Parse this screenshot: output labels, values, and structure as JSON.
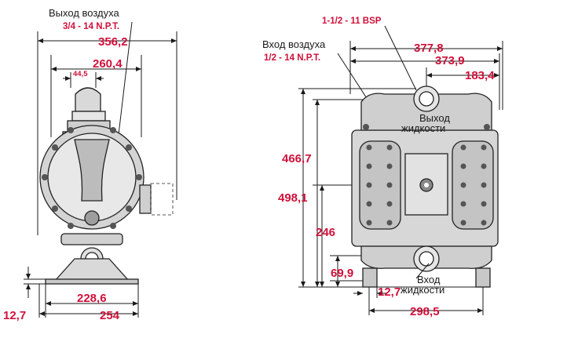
{
  "left_view": {
    "air_outlet_label": "Выход воздуха",
    "air_outlet_size": "3/4 - 14 N.P.T.",
    "dim_width_top": "356,2",
    "dim_width_mid": "260,4",
    "dim_small": "44,5",
    "dim_base_inner": "228,6",
    "dim_base_outer": "254",
    "dim_base_height": "12,7"
  },
  "right_view": {
    "fluid_outlet_size": "1-1/2 - 11 BSP",
    "air_inlet_label": "Вход воздуха",
    "air_inlet_size": "1/2 - 14 N.P.T.",
    "dim_width_1": "377,8",
    "dim_width_2": "373,9",
    "dim_width_3": "183,4",
    "fluid_outlet_label_1": "Выход",
    "fluid_outlet_label_2": "жидкости",
    "dim_height_total": "498,1",
    "dim_height_outlet": "466,7",
    "dim_height_mid": "246",
    "dim_height_inlet": "69,9",
    "fluid_inlet_label_1": "Вход",
    "fluid_inlet_label_2": "жидкости",
    "dim_foot": "12,7",
    "dim_base_width": "298,5"
  },
  "colors": {
    "dimension_red": "#d0103a",
    "body_grey": "#d9d9d9",
    "line_black": "#1a1a1a"
  }
}
